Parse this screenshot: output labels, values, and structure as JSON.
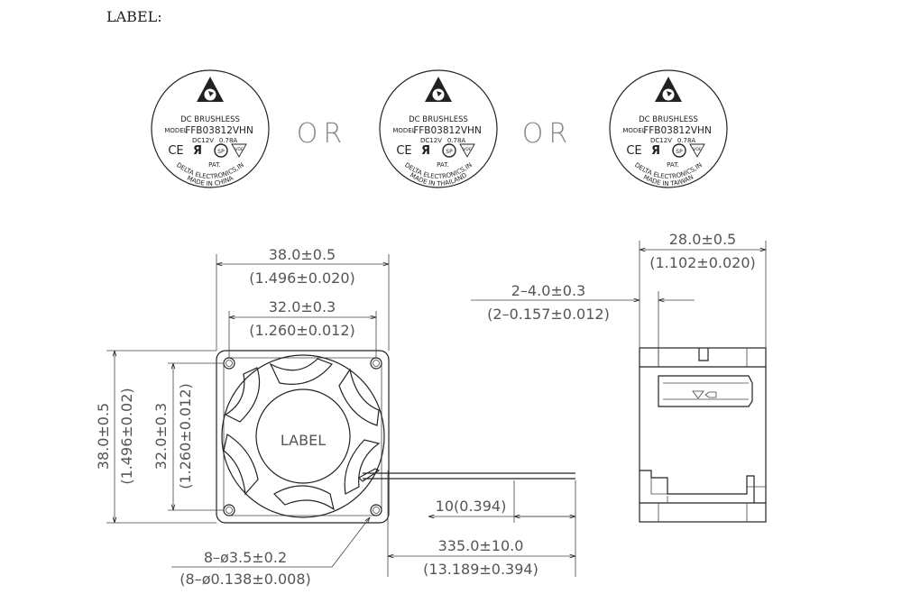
{
  "header": {
    "title": "LABEL:"
  },
  "labels": {
    "separator": "OR",
    "line1": "DC  BRUSHLESS",
    "model_prefix": "MODEL",
    "model": "FFB03812VHN",
    "rating_v": "DC12V",
    "rating_a": "0.78A",
    "cert_ce": "CE",
    "cert_ul": "Я",
    "cert_csa": "SP",
    "cert_vde": "VDE",
    "pat": "PAT.",
    "company": "DELTA  ELECTRONICS,IN",
    "origins": [
      "MADE  IN  CHINA",
      "MADE  IN  THAILAND",
      "MADE  IN  TAIWAN"
    ]
  },
  "front_view": {
    "hub_label": "LABEL",
    "width_mm": "38.0±0.5",
    "width_in": "(1.496±0.020)",
    "hole_pitch_mm": "32.0±0.3",
    "hole_pitch_in": "(1.260±0.012)",
    "height_mm": "38.0±0.5",
    "height_in": "(1.496±0.02)",
    "hole_pitch_v_mm": "32.0±0.3",
    "hole_pitch_v_in": "(1.260±0.012)",
    "holes_mm": "8–ø3.5±0.2",
    "holes_in": "(8–ø0.138±0.008)",
    "strip_mm": "10(0.394)",
    "lead_mm": "335.0±10.0",
    "lead_in": "(13.189±0.394)"
  },
  "side_view": {
    "depth_mm": "28.0±0.5",
    "depth_in": "(1.102±0.020)",
    "flange_mm": "2–4.0±0.3",
    "flange_in": "(2–0.157±0.012)"
  }
}
